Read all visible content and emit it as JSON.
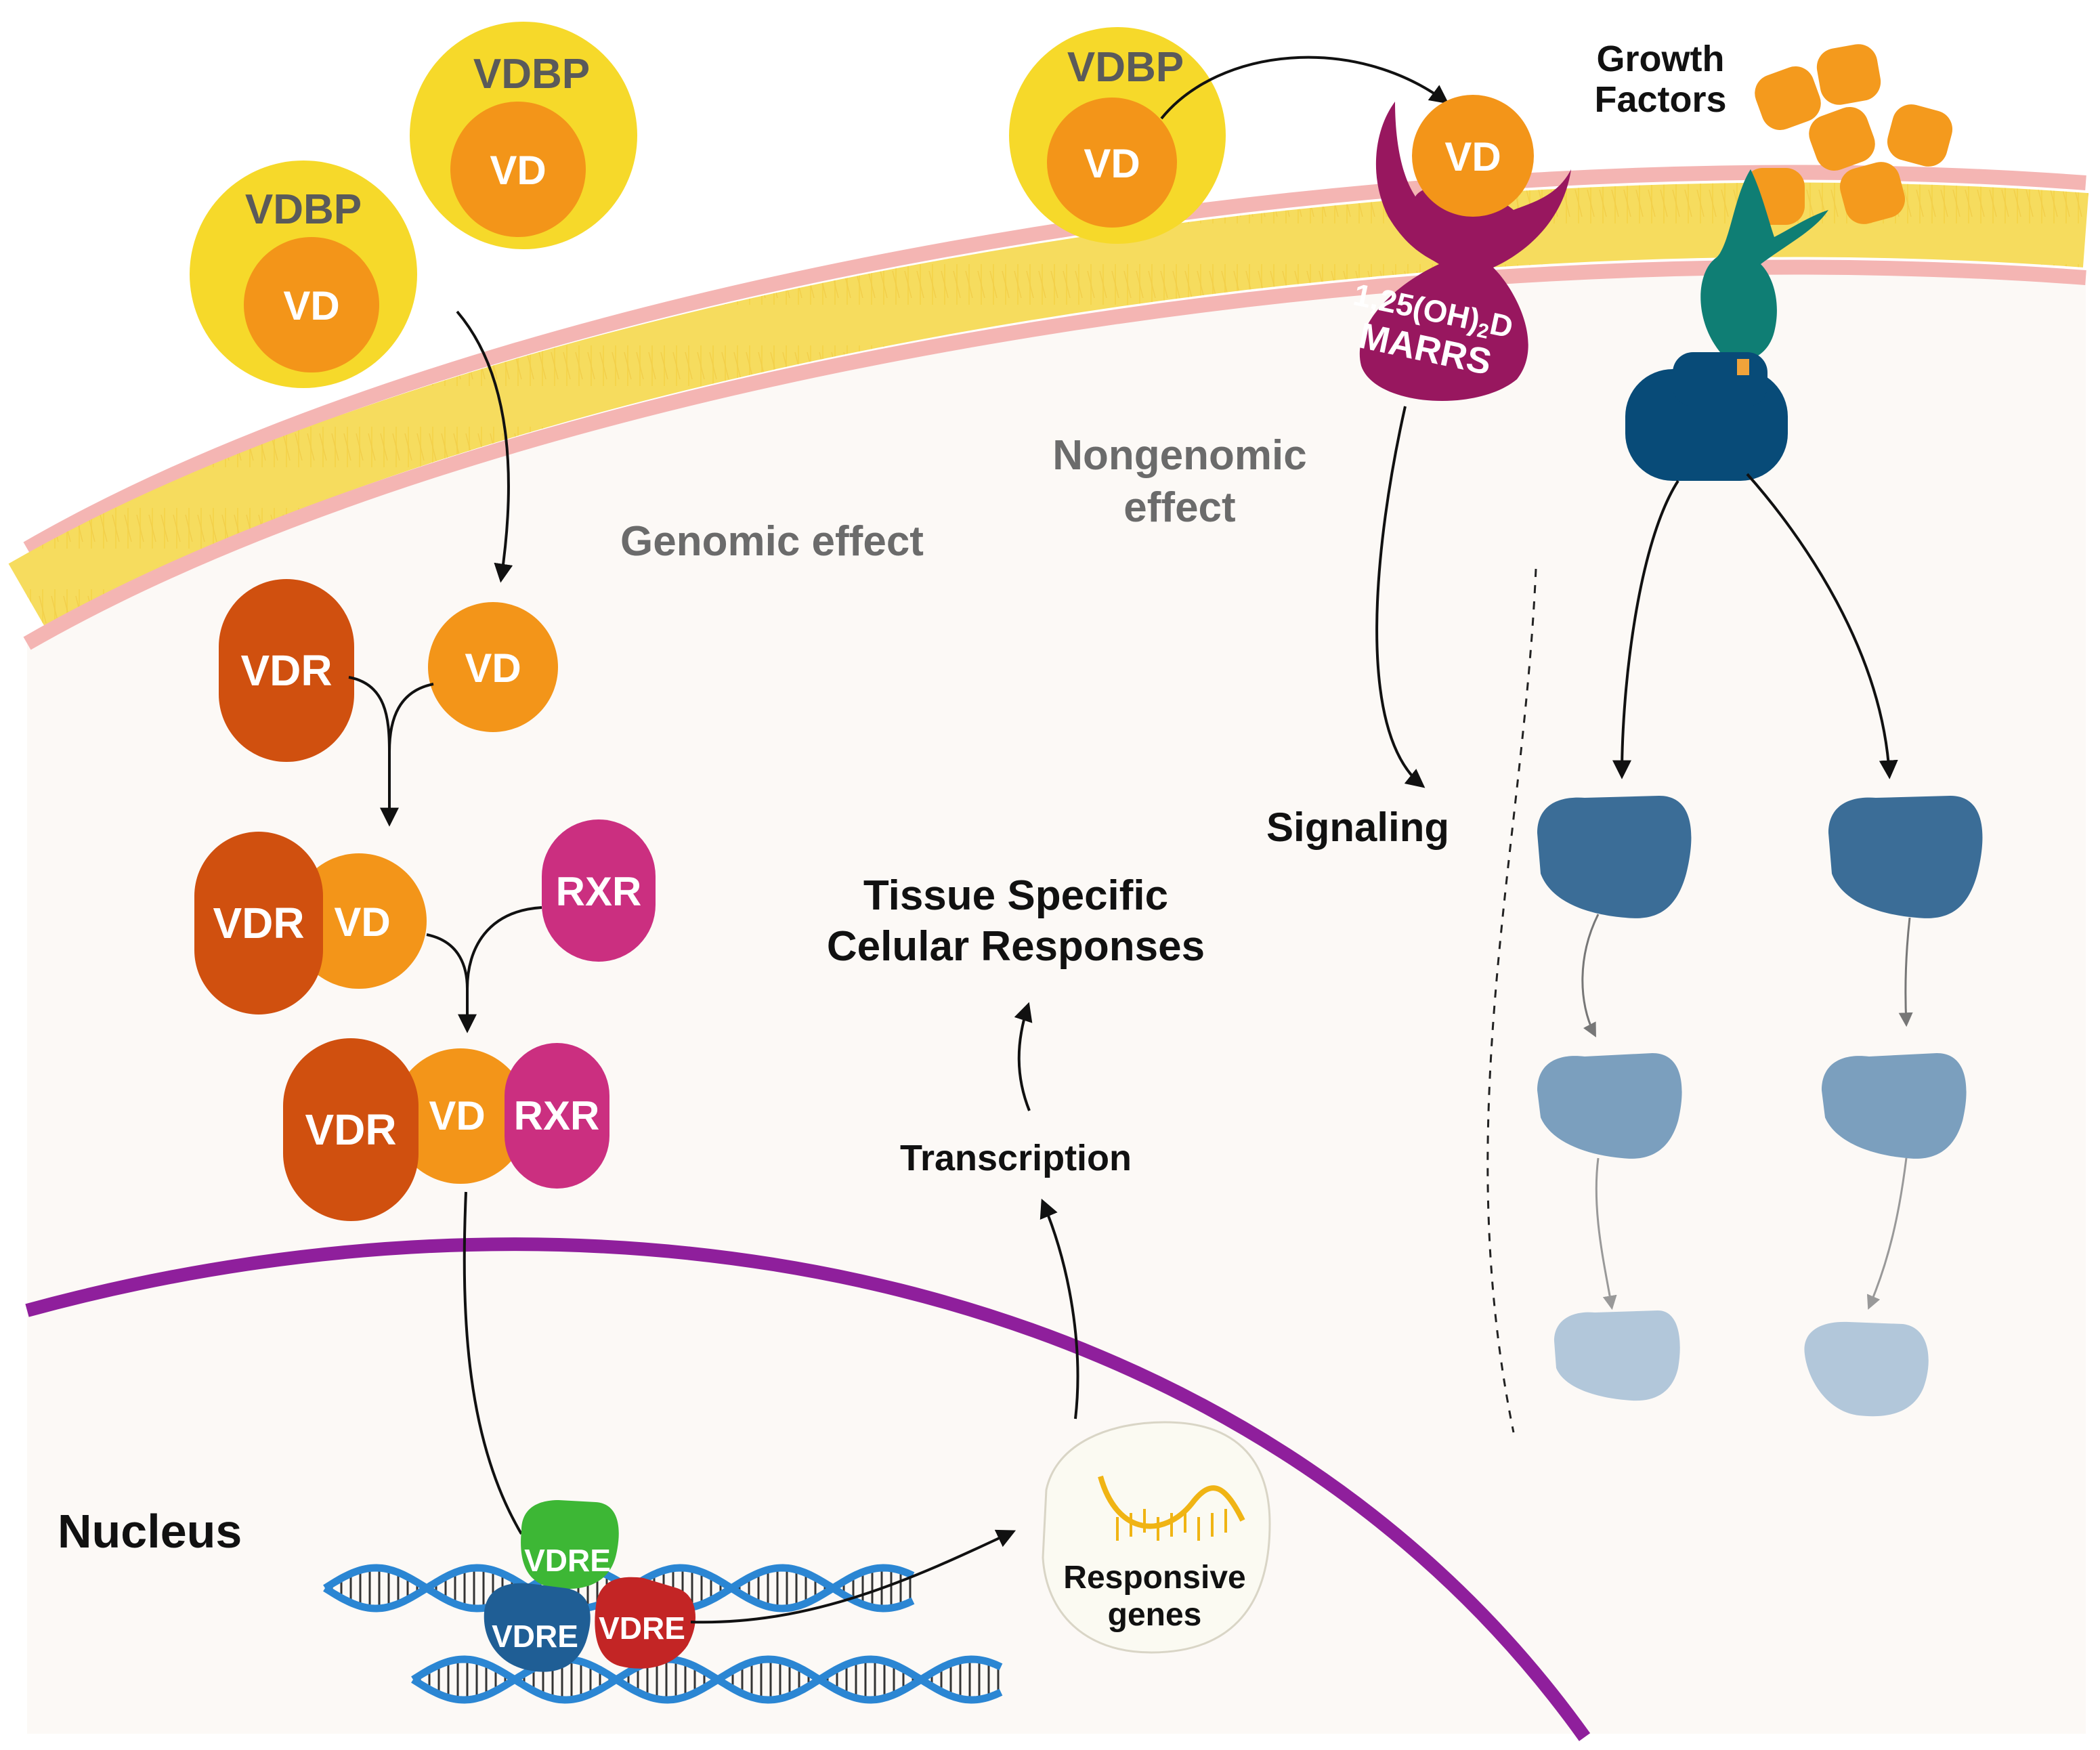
{
  "colors": {
    "vdbp": "#f6d92a",
    "vd": "#f39519",
    "vdr": "#d0500f",
    "rxr": "#cb2f80",
    "marrs": "#98175f",
    "growth_factor": "#f49a1d",
    "receptor_teal": "#0f7e74",
    "receptor_navy": "#084b78",
    "cascade_1": "#3b6d97",
    "cascade_2": "#7b9fbe",
    "cascade_3": "#b2c7da",
    "nuclear_membrane": "#8f1f9c",
    "dna": "#2b86d3",
    "vdre_green": "#3db735",
    "vdre_blue": "#1f5e95",
    "vdre_red": "#c32525",
    "cell_bg": "#fcf9f6",
    "membrane_pink": "#f4b5b3",
    "membrane_yellow": "#f6dc5e"
  },
  "labels": {
    "vdbp": "VDBP",
    "vd": "VD",
    "vdr": "VDR",
    "rxr": "RXR",
    "vdre": "VDRE",
    "marrs_line1": "1,25(OH)",
    "marrs_sub": "2",
    "marrs_line1_end": "D",
    "marrs_line2": "MARRS",
    "growth_factors_line1": "Growth",
    "growth_factors_line2": "Factors",
    "genomic_effect": "Genomic effect",
    "nongenomic_line1": "Nongenomic",
    "nongenomic_line2": "effect",
    "signaling": "Signaling",
    "tissue_line1": "Tissue Specific",
    "tissue_line2": "Celular Responses",
    "transcription": "Transcription",
    "nucleus": "Nucleus",
    "responsive_line1": "Responsive",
    "responsive_line2": "genes"
  },
  "icons": {
    "rna": "rna-strand-icon",
    "dna": "dna-double-helix-icon"
  }
}
